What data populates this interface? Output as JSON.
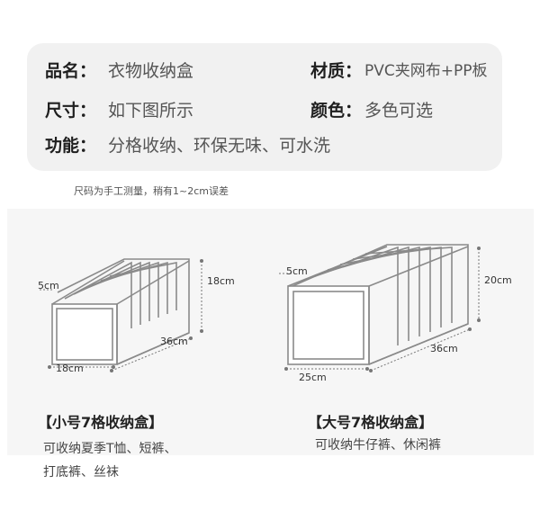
{
  "specs": {
    "name": {
      "label": "品名：",
      "value": "衣物收纳盒"
    },
    "material": {
      "label": "材质：",
      "value": "PVC夹网布+PP板"
    },
    "size": {
      "label": "尺寸：",
      "value": "如下图所示"
    },
    "color": {
      "label": "颜色：",
      "value": "多色可选"
    },
    "function": {
      "label": "功能：",
      "value": "分格收纳、环保无味、可水洗"
    }
  },
  "note": "尺码为手工测量，稍有1~2cm误差",
  "small_box": {
    "dims": {
      "height": "18cm",
      "divider": "5cm",
      "length": "36cm",
      "width": "18cm"
    },
    "title": "【小号7格收纳盒】",
    "desc_line1": "可收纳夏季T恤、短裤、",
    "desc_line2": "打底裤、丝袜"
  },
  "large_box": {
    "dims": {
      "height": "20cm",
      "divider": "5cm",
      "length": "36cm",
      "width": "25cm"
    },
    "title": "【大号7格收纳盒】",
    "desc_line1": "可收纳牛仔裤、休闲裤"
  },
  "colors": {
    "card": "#f1f1f1",
    "band": "#f6f6f6",
    "line": "#8a8a8a"
  }
}
